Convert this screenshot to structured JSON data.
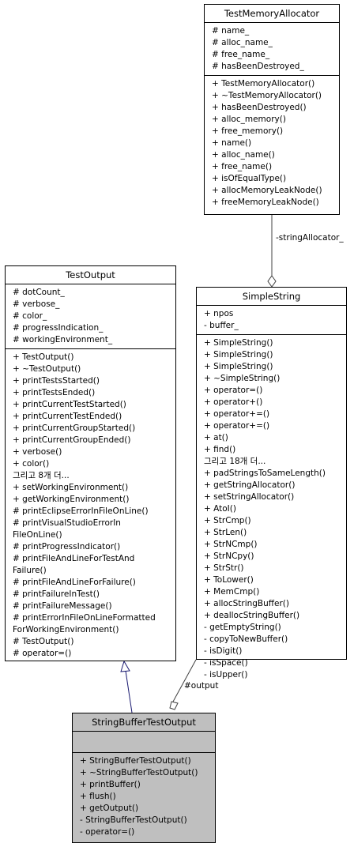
{
  "classes": {
    "test_memory_allocator": {
      "name": "TestMemoryAllocator",
      "attributes": [
        "# name_",
        "# alloc_name_",
        "# free_name_",
        "# hasBeenDestroyed_"
      ],
      "methods": [
        "+ TestMemoryAllocator()",
        "+ ~TestMemoryAllocator()",
        "+ hasBeenDestroyed()",
        "+ alloc_memory()",
        "+ free_memory()",
        "+ name()",
        "+ alloc_name()",
        "+ free_name()",
        "+ isOfEqualType()",
        "+ allocMemoryLeakNode()",
        "+ freeMemoryLeakNode()"
      ]
    },
    "test_output": {
      "name": "TestOutput",
      "attributes": [
        "# dotCount_",
        "# verbose_",
        "# color_",
        "# progressIndication_",
        "# workingEnvironment_"
      ],
      "methods": [
        "+ TestOutput()",
        "+ ~TestOutput()",
        "+ printTestsStarted()",
        "+ printTestsEnded()",
        "+ printCurrentTestStarted()",
        "+ printCurrentTestEnded()",
        "+ printCurrentGroupStarted()",
        "+ printCurrentGroupEnded()",
        "+ verbose()",
        "+ color()",
        "그리고 8개 더...",
        "+ setWorkingEnvironment()",
        "+ getWorkingEnvironment()",
        "# printEclipseErrorInFileOnLine()",
        "# printVisualStudioErrorIn FileOnLine()",
        "# printProgressIndicator()",
        "# printFileAndLineForTestAnd Failure()",
        "# printFileAndLineForFailure()",
        "# printFailureInTest()",
        "# printFailureMessage()",
        "# printErrorInFileOnLineFormatted ForWorkingEnvironment()",
        "# TestOutput()",
        "# operator=()"
      ]
    },
    "simple_string": {
      "name": "SimpleString",
      "attributes": [
        "+ npos",
        "- buffer_"
      ],
      "methods": [
        "+ SimpleString()",
        "+ SimpleString()",
        "+ SimpleString()",
        "+ ~SimpleString()",
        "+ operator=()",
        "+ operator+()",
        "+ operator+=()",
        "+ operator+=()",
        "+ at()",
        "+ find()",
        "그리고 18개 더...",
        "+ padStringsToSameLength()",
        "+ getStringAllocator()",
        "+ setStringAllocator()",
        "+ AtoI()",
        "+ StrCmp()",
        "+ StrLen()",
        "+ StrNCmp()",
        "+ StrNCpy()",
        "+ StrStr()",
        "+ ToLower()",
        "+ MemCmp()",
        "+ allocStringBuffer()",
        "+ deallocStringBuffer()",
        "- getEmptyString()",
        "- copyToNewBuffer()",
        "- isDigit()",
        "- isSpace()",
        "- isUpper()"
      ]
    },
    "string_buffer_test_output": {
      "name": "StringBufferTestOutput",
      "attributes": [],
      "methods": [
        "+ StringBufferTestOutput()",
        "+ ~StringBufferTestOutput()",
        "+ printBuffer()",
        "+ flush()",
        "+ getOutput()",
        "- StringBufferTestOutput()",
        "- operator=()"
      ]
    }
  },
  "edges": {
    "string_allocator_label": "-stringAllocator_",
    "output_label": "#output"
  },
  "colors": {
    "highlight_fill": "#bfbfbf",
    "inheritance_line": "#191970",
    "composition_line": "#404040"
  }
}
